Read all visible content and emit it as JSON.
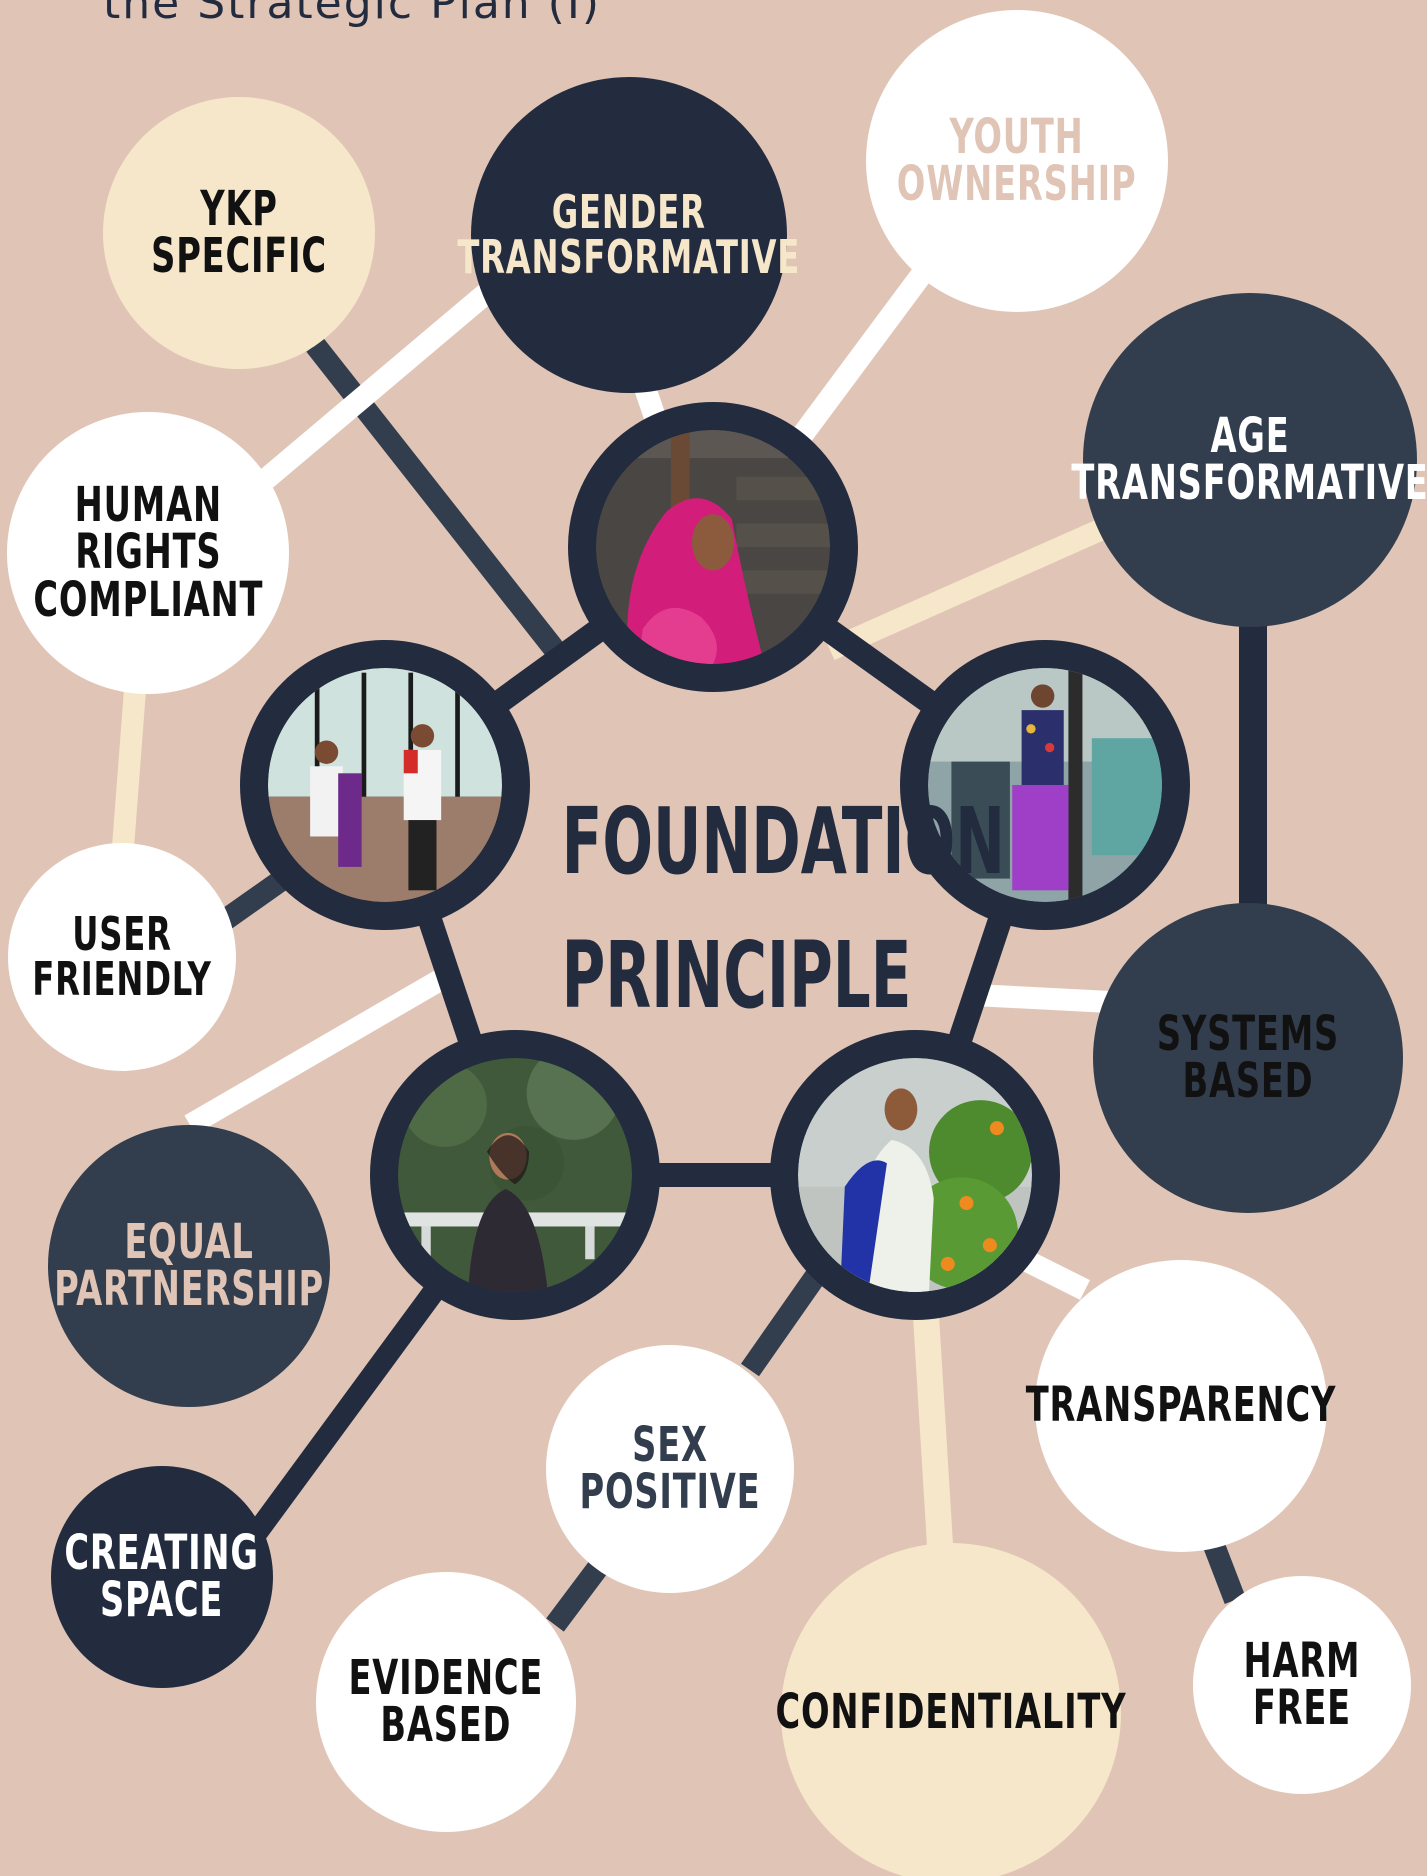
{
  "title": "the Strategic Plan (I)",
  "center": {
    "line1": "FOUNDATION",
    "line2": "PRINCIPLE"
  },
  "colors": {
    "background": "#e0c5b7",
    "navy": "#232b3e",
    "slate": "#323e4d",
    "cream": "#f6e7ca",
    "white": "#ffffff"
  },
  "nodes": {
    "ykp_specific": "YKP SPECIFIC",
    "gender_transformative": "GENDER\nTRANSFORMATIVE",
    "youth_ownership": "YOUTH\nOWNERSHIP",
    "human_rights_compliant": "HUMAN\nRIGHTS\nCOMPLIANT",
    "age_transformative": "AGE\nTRANSFORMATIVE",
    "user_friendly": "USER\nFRIENDLY",
    "systems_based": "SYSTEMS BASED",
    "equal_partnership": "EQUAL\nPARTNERSHIP",
    "transparency": "TRANSPARENCY",
    "sex_positive": "SEX\nPOSITIVE",
    "creating_space": "CREATING\nSPACE",
    "evidence_based": "EVIDENCE\nBASED",
    "confidentiality": "CONFIDENTIALITY",
    "harm_free": "HARM\nFREE"
  },
  "photos": {
    "top": "woman-in-pink-scarf-photo",
    "left": "three-girls-photo",
    "right": "girl-at-door-photo",
    "bottom_left": "woman-in-hills-photo",
    "bottom_right": "girl-picking-oranges-photo"
  }
}
